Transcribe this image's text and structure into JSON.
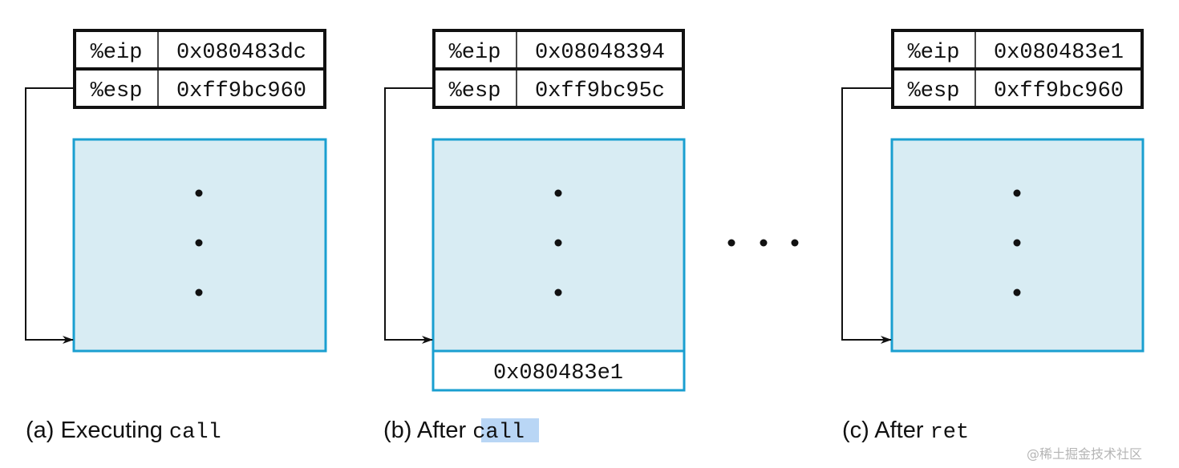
{
  "colors": {
    "stack_fill": "#d8ecf3",
    "stack_border": "#1a9fd0",
    "highlight": "#b9d6f5"
  },
  "panels": [
    {
      "eip_label": "%eip",
      "eip_value": "0x080483dc",
      "esp_label": "%esp",
      "esp_value": "0xff9bc960",
      "caption_prefix": "(a) Executing ",
      "caption_code": "call"
    },
    {
      "eip_label": "%eip",
      "eip_value": "0x08048394",
      "esp_label": "%esp",
      "esp_value": "0xff9bc95c",
      "pushed_value": "0x080483e1",
      "caption_prefix": "(b) After ",
      "caption_code": "call"
    },
    {
      "eip_label": "%eip",
      "eip_value": "0x080483e1",
      "esp_label": "%esp",
      "esp_value": "0xff9bc960",
      "caption_prefix": "(c) After ",
      "caption_code": "ret"
    }
  ],
  "watermark": "@稀土掘金技术社区"
}
